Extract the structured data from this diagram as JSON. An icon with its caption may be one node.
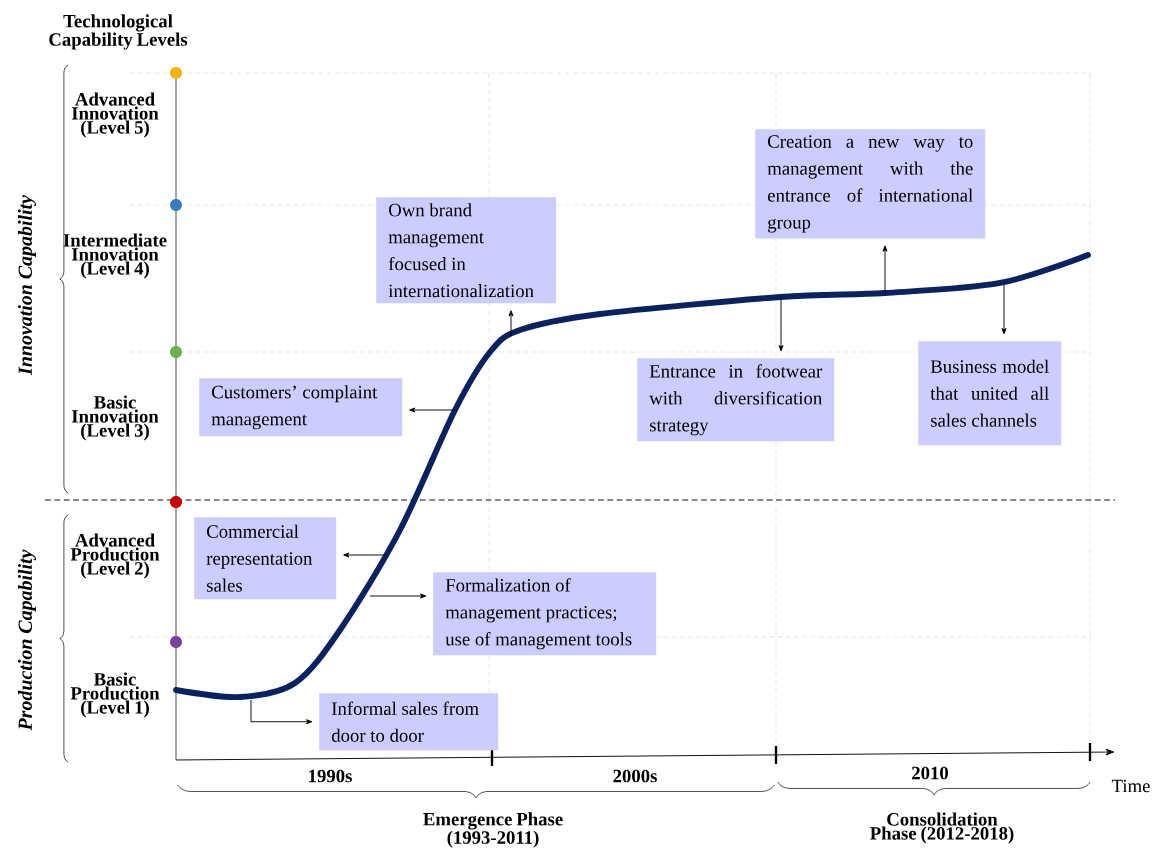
{
  "diagram": {
    "title": "Technological Capability Levels",
    "nodes": [
      {
        "text": [
          "Creation a new way to management with the entrance of international group"
        ]
      },
      {
        "text": [
          "Own brand management focused in internationalization"
        ]
      },
      {
        "text": [
          "Business model that united all sales channels"
        ]
      },
      {
        "text": [
          "Entrance in footwear with diversification strategy"
        ]
      },
      {
        "text": [
          "Customers’ complaint management"
        ]
      },
      {
        "text": [
          "Commercial representation sales"
        ]
      },
      {
        "text": [
          "Formalization of management practices; use of management tools"
        ]
      },
      {
        "text": [
          "Informal sales from door to door"
        ]
      }
    ],
    "edges": [
      {
        "from": null,
        "to": 0,
        "arrow": "to"
      },
      {
        "from": null,
        "to": 1,
        "arrow": "to"
      },
      {
        "from": null,
        "to": 2,
        "arrow": "to"
      },
      {
        "from": null,
        "to": 3,
        "arrow": "to"
      },
      {
        "from": null,
        "to": 4,
        "arrow": "to"
      },
      {
        "from": null,
        "to": 5,
        "arrow": "to"
      },
      {
        "from": null,
        "to": 6,
        "arrow": "to"
      },
      {
        "from": null,
        "to": 7,
        "arrow": "to"
      }
    ],
    "labels": [
      "Advanced Innovation (Level 5)",
      "Intermediate Innovation (Level 4)",
      "Innovation Capability",
      "Basic Innovation (Level 3)",
      "Advanced Production (Level 2)",
      "Production Capability",
      "Basic Production (Level 1)",
      "1990s",
      "2000s",
      "2010",
      "Time",
      "Emergence Phase (1993-2011)",
      "Consolidation Phase (2012-2018)"
    ]
  }
}
